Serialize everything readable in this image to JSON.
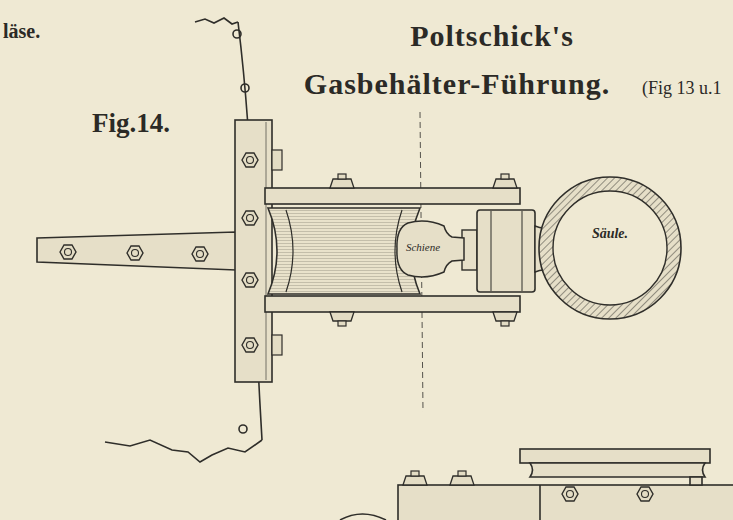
{
  "diagram": {
    "title": "Poltschick's Gasbehälter-Führung.",
    "nodes": [
      {
        "text": [
          "Schiene"
        ]
      },
      {
        "text": [
          "Säule."
        ]
      }
    ],
    "labels": [
      "läse.",
      "(Fig 13 u.1",
      "Fig.14."
    ]
  }
}
